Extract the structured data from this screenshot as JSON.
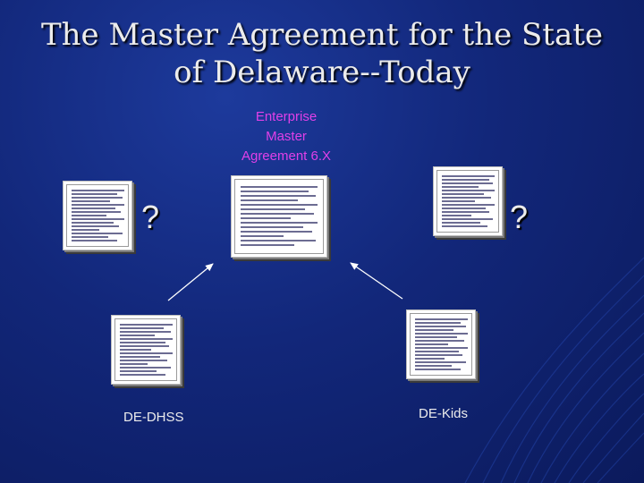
{
  "slide": {
    "title_line1": "The Master Agreement for the State",
    "title_line2": "of Delaware--Today"
  },
  "center_node": {
    "label_line1": "Enterprise",
    "label_line2": "Master",
    "label_line3": "Agreement 6.X"
  },
  "left_question": "?",
  "right_question": "?",
  "bottom_left_label": "DE-DHSS",
  "bottom_right_label": "DE-Kids",
  "colors": {
    "title": "#ececec",
    "enterprise_label": "#e040e8",
    "background": "#12277a",
    "arrow": "#ffffff"
  }
}
